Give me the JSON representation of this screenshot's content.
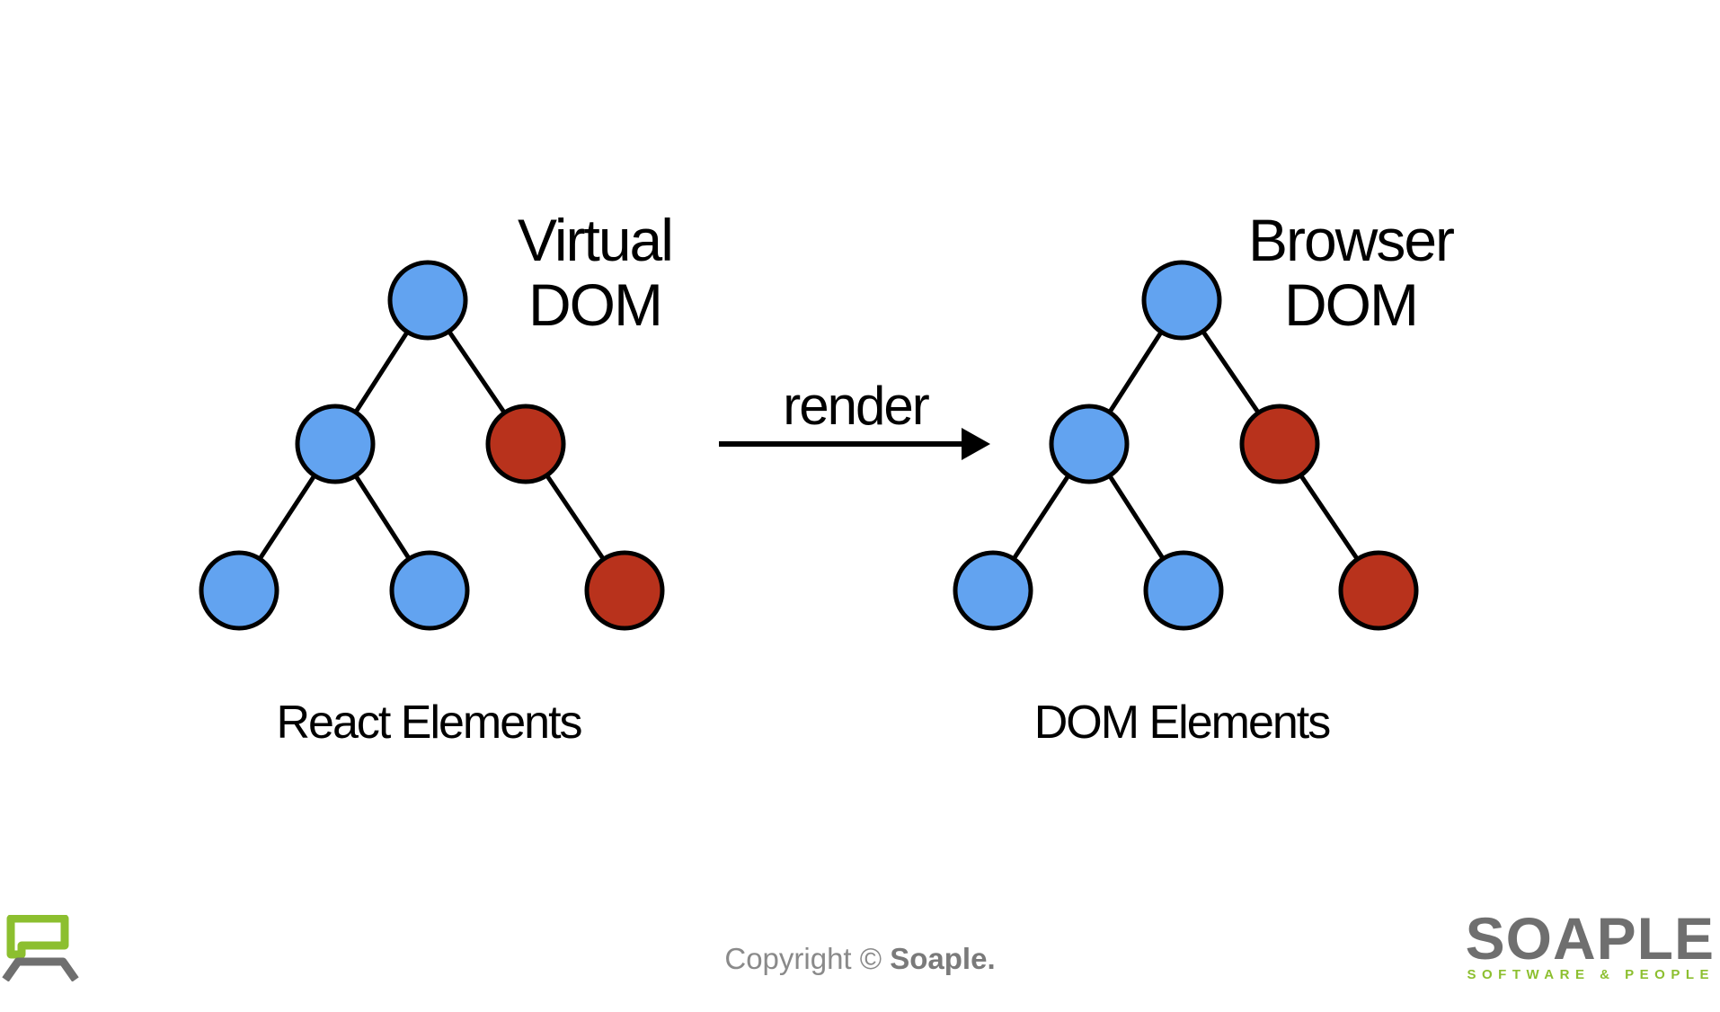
{
  "left_tree": {
    "title_line1": "Virtual",
    "title_line2": "DOM",
    "caption": "React Elements"
  },
  "right_tree": {
    "title_line1": "Browser",
    "title_line2": "DOM",
    "caption": "DOM Elements"
  },
  "arrow": {
    "label": "render"
  },
  "colors": {
    "unchanged_node": "#62a3f0",
    "changed_node": "#b8321c",
    "node_outline": "#000000",
    "logo_green": "#8cbf2f",
    "logo_gray": "#6f6f6f"
  },
  "footer": {
    "copyright_prefix": "Copyright © ",
    "copyright_brand": "Soaple.",
    "logo_wordmark": "SOAPLE",
    "logo_tagline": "SOFTWARE & PEOPLE",
    "left_logo_icon": "soaple-mark-icon"
  }
}
